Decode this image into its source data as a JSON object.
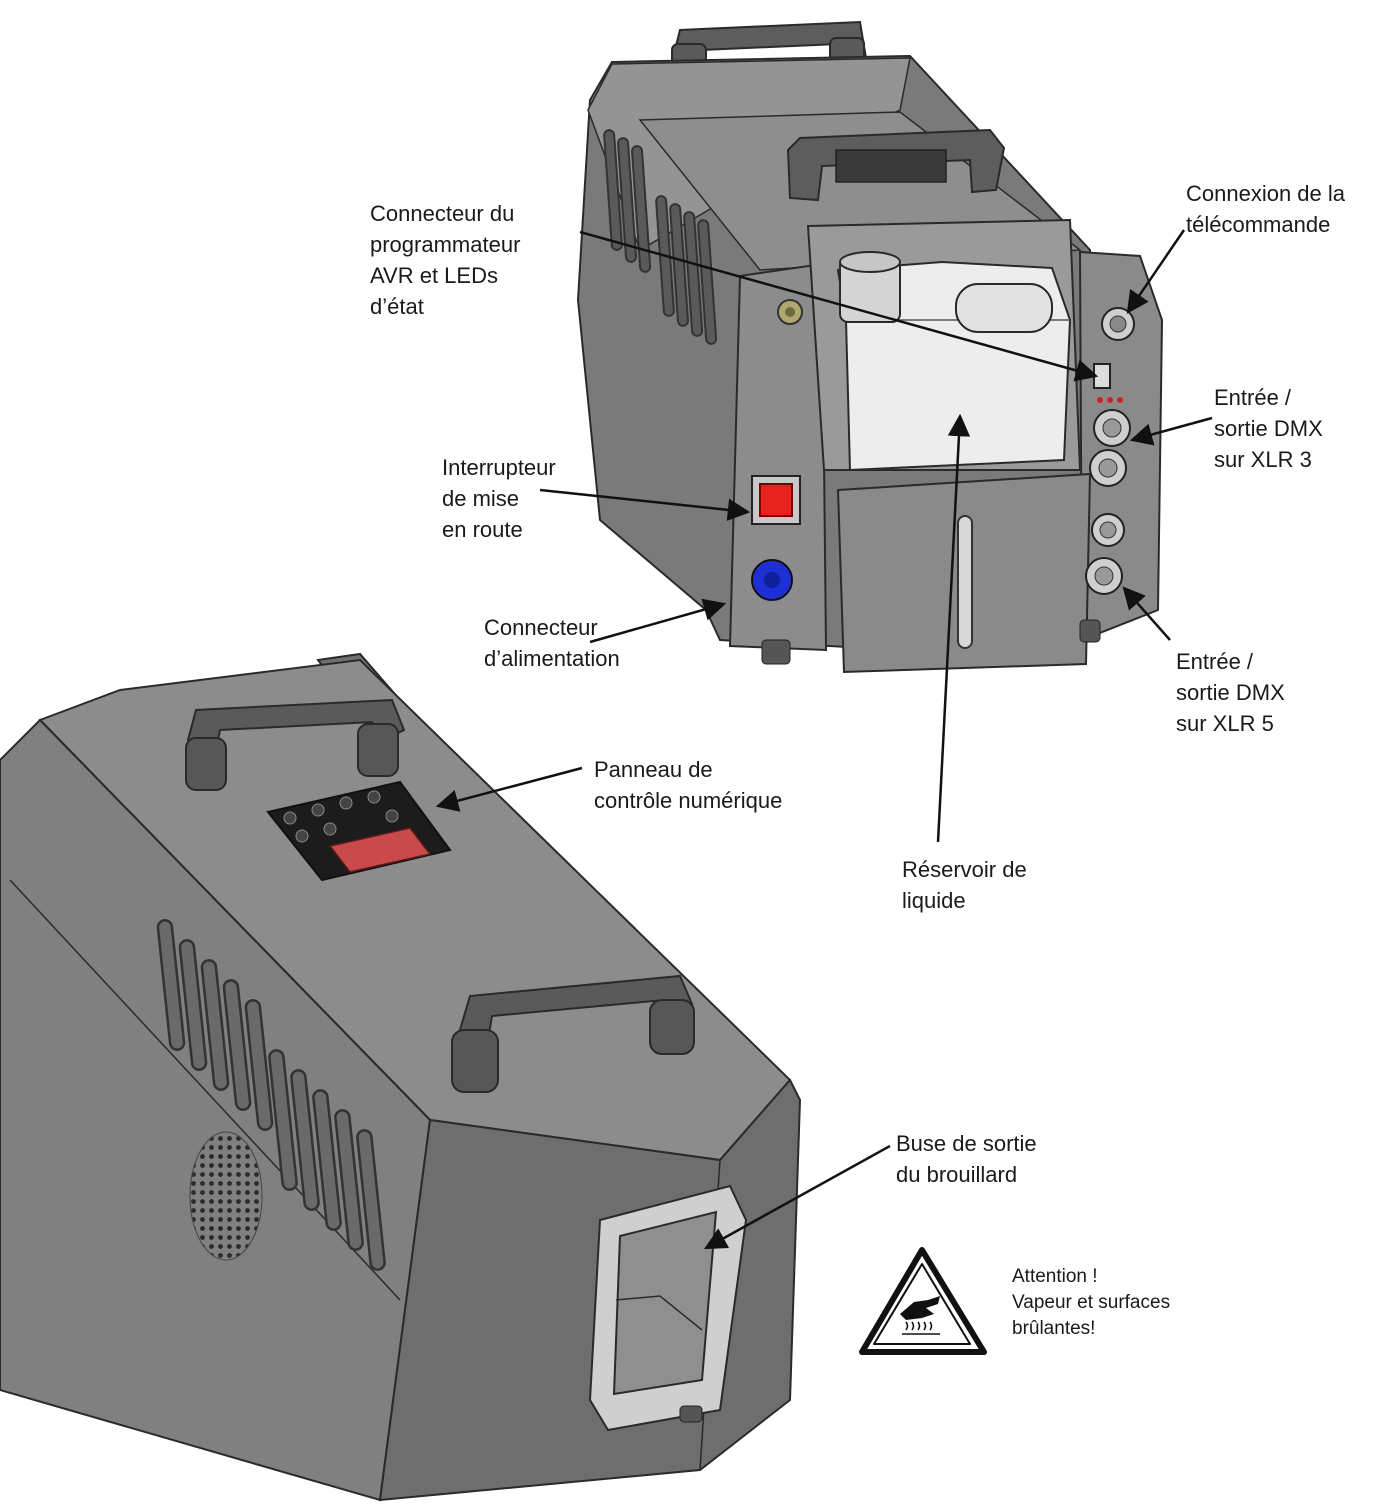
{
  "callouts": {
    "programmer": [
      "Connecteur du",
      "programmateur",
      "AVR et LEDs",
      "d’état"
    ],
    "remote": [
      "Connexion de la",
      "télécommande"
    ],
    "dmx3": [
      "Entrée /",
      "sortie DMX",
      "sur XLR 3"
    ],
    "switch": [
      "Interrupteur",
      "de mise",
      "en route"
    ],
    "power": [
      "Connecteur",
      "d’alimentation"
    ],
    "dmx5": [
      "Entrée /",
      "sortie DMX",
      "sur XLR 5"
    ],
    "panel": [
      "Panneau de",
      "contrôle numérique"
    ],
    "tank": [
      "Réservoir de",
      "liquide"
    ],
    "nozzle": [
      "Buse de sortie",
      "du brouillard"
    ],
    "warning": [
      "Attention !",
      "Vapeur et surfaces",
      "brûlantes!"
    ]
  },
  "warning_symbol": {
    "icon": "hot-surface-warning-icon"
  },
  "colors": {
    "body_dark": "#6e6e6e",
    "body_mid": "#8a8a8a",
    "body_light": "#a9a9a9",
    "switch_red": "#e8231f",
    "power_blue": "#1f2fd6",
    "tank_white": "#ededed"
  }
}
